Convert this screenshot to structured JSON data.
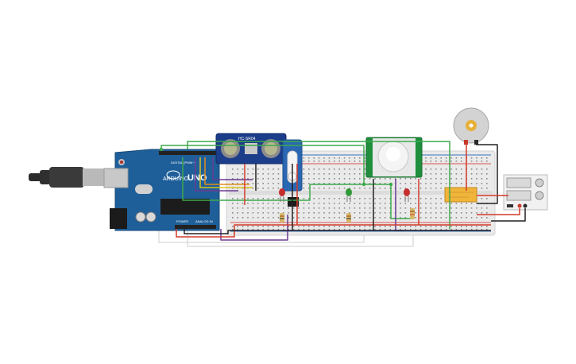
{
  "colors": {
    "background": "#ffffff",
    "arduino": "#1f5f99",
    "breadboard": "#e9e9e9",
    "breadboard_rail_red": "#d9534f",
    "breadboard_rail_blue": "#3b73c2",
    "sensor_blue": "#1c3d8a",
    "pir_green": "#1f8f3e",
    "servo_blue": "#2a67b3",
    "relay_orange": "#f0b43a",
    "wire_green": "#3daa4b",
    "wire_red": "#d23a2a",
    "wire_black": "#222222",
    "wire_purple": "#6a3b92",
    "wire_gray": "#cfcfcf",
    "wire_orange": "#e28c1d",
    "wire_yellow": "#d9c21d",
    "led_red": "#c62d2d",
    "led_green": "#2f9a37"
  },
  "arduino": {
    "brand": "ARDUINO",
    "model": "UNO",
    "label_digital": "DIGITAL (PWM~)",
    "label_power": "POWER",
    "label_analog": "ANALOG IN"
  },
  "ultrasonic": {
    "label": "HC-SR04"
  },
  "components": {
    "usb_cable": "usb-cable",
    "servo": "servo-motor",
    "pir": "pir-sensor",
    "relay": "relay",
    "dc_motor": "dc-motor",
    "power_supply": "power-supply"
  }
}
